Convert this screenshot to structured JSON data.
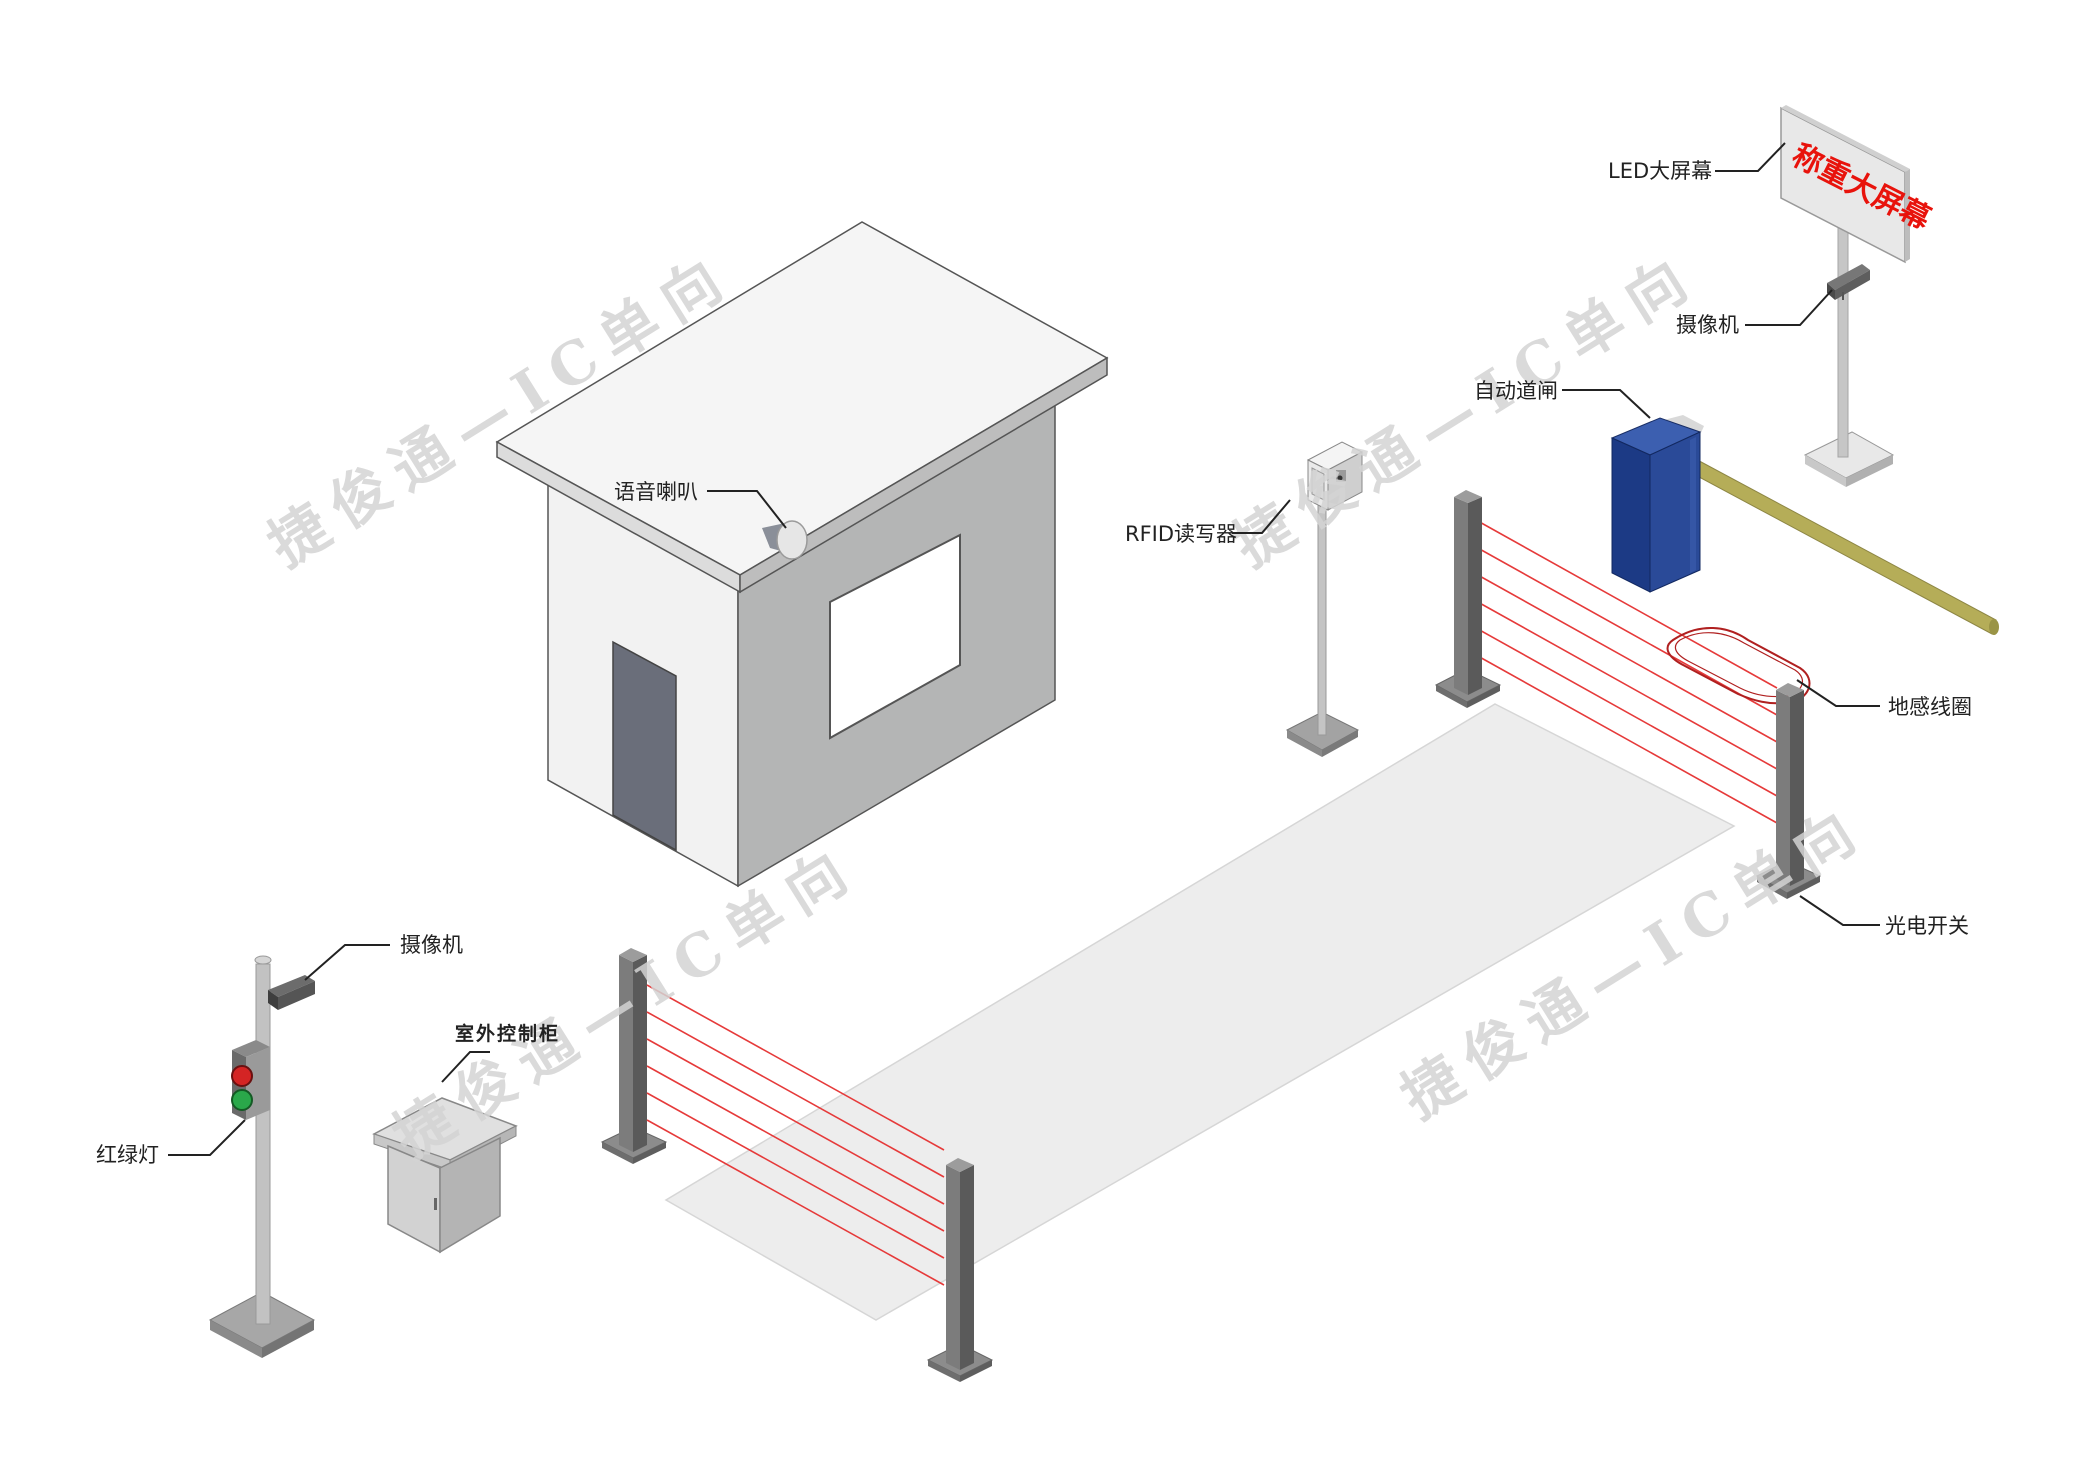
{
  "labels": {
    "led_screen": "LED大屏幕",
    "camera_top": "摄像机",
    "barrier_gate": "自动道闸",
    "rfid_reader": "RFID读写器",
    "speaker": "语音喇叭",
    "ground_loop": "地感线圈",
    "photo_switch": "光电开关",
    "camera_left": "摄像机",
    "control_cabinet": "室外控制柜",
    "traffic_light": "红绿灯"
  },
  "led_display_text": "称重大屏幕",
  "watermark": "捷俊通—IC单向",
  "colors": {
    "beam": "#e63a3a",
    "led_text": "#e8130c",
    "gate_body": "#1e3f8c",
    "gate_arm": "#b5ad58",
    "booth_front": "#f2f2f2",
    "booth_side": "#b4b5b5",
    "door": "#6a6e7a",
    "scale_platform": "#ededed",
    "light_red": "#d42424",
    "light_green": "#2aa84a"
  }
}
